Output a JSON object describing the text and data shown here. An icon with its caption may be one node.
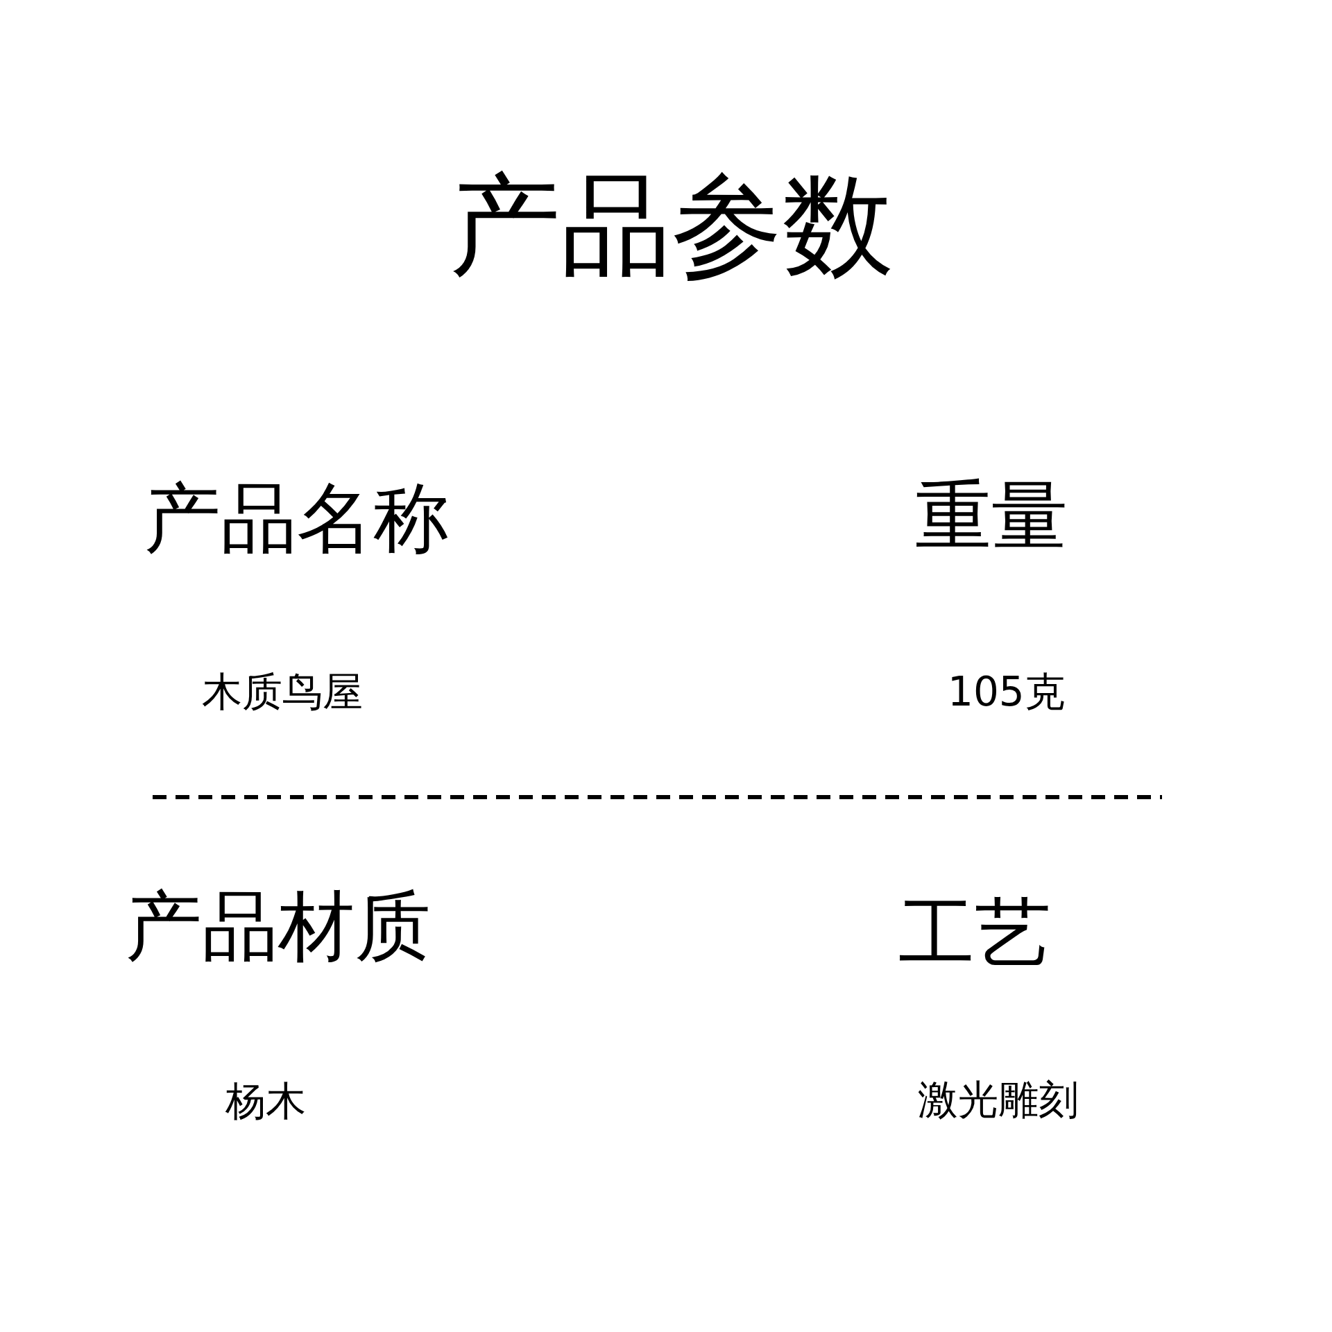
{
  "diagram": {
    "title": "产品参数",
    "labels": [
      "产品名称",
      "重量",
      "木质鸟屋",
      "105克",
      "产品材质",
      "工艺",
      "杨木",
      "激光雕刻"
    ]
  }
}
